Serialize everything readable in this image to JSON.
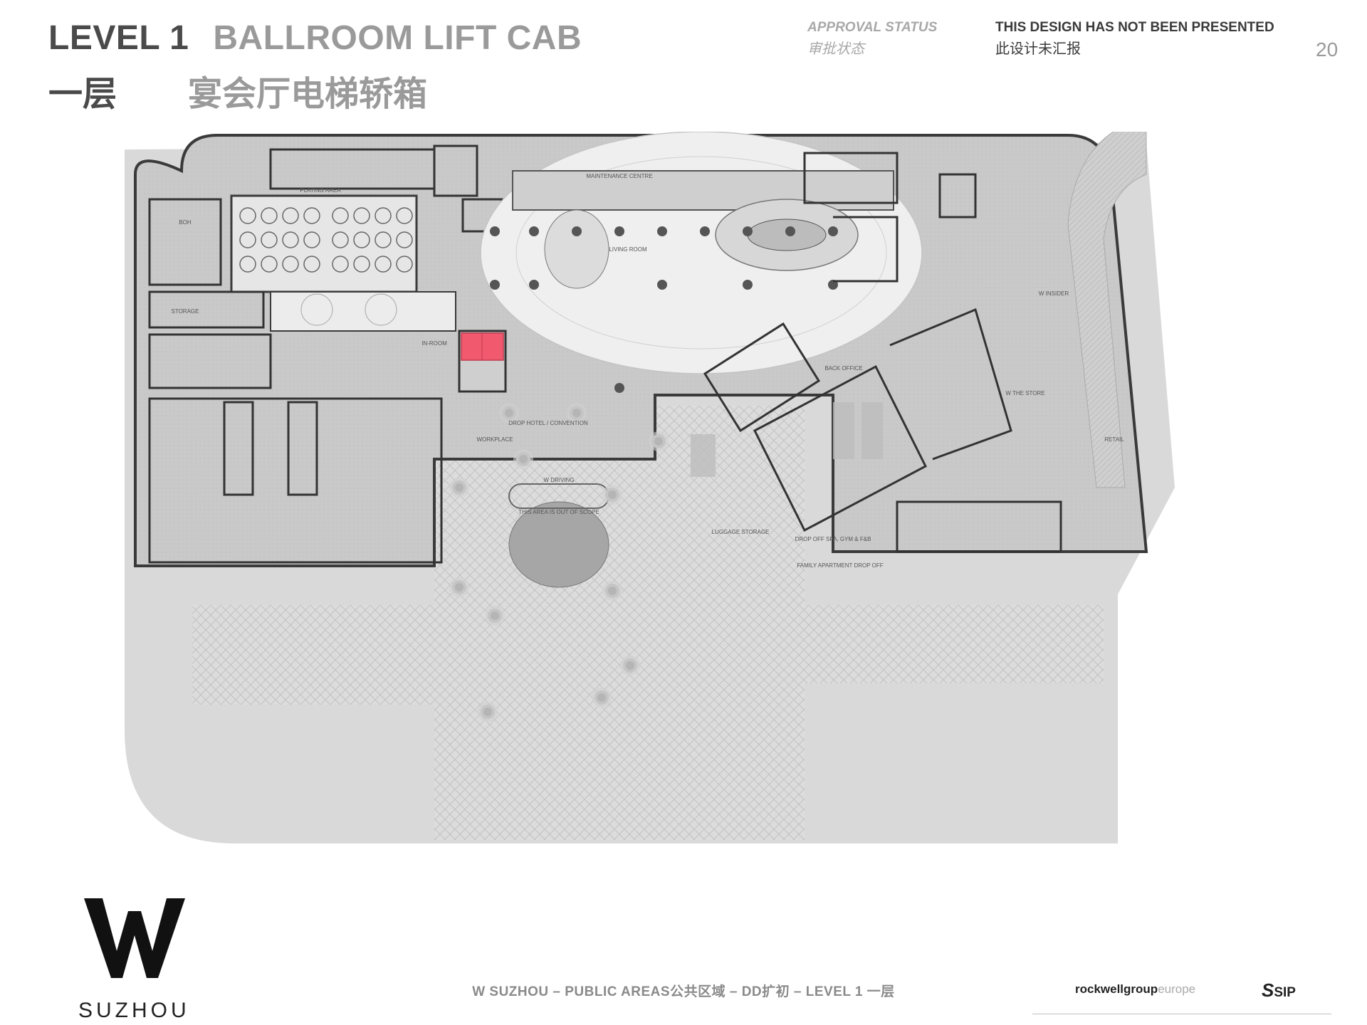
{
  "header": {
    "level_en": "LEVEL 1",
    "subject_en": "BALLROOM LIFT CAB",
    "level_cn": "一层",
    "subject_cn": "宴会厅电梯轿箱",
    "approval_label": "APPROVAL STATUS",
    "approval_label_cn": "审批状态",
    "design_status": "THIS DESIGN HAS NOT BEEN PRESENTED",
    "design_status_cn": "此设计未汇报",
    "page_number": "20"
  },
  "plan": {
    "highlight_color": "#f0596e",
    "out_of_scope_label": "THIS AREA IS OUT OF SCOPE",
    "room_labels": [
      "PLATING AREA",
      "BOH",
      "STORAGE",
      "LIVING ROOM",
      "MAINTENANCE CENTRE",
      "W INSIDER",
      "BACK OFFICE",
      "RETAIL",
      "W THE STORE",
      "LUGGAGE STORAGE",
      "DROP OFF SPA, GYM & F&B",
      "W DRIVING",
      "FAMILY APARTMENT DROP OFF",
      "IN-ROOM",
      "WORKPLACE",
      "DROP HOTEL / CONVENTION"
    ]
  },
  "footer": {
    "text": "W SUZHOU – PUBLIC AREAS公共区域 – DD扩初 – LEVEL 1 一层",
    "logo_letter": "W",
    "city": "SUZHOU",
    "partner_a": "rockwellgroup",
    "partner_a_suffix": "europe",
    "partner_b_mark": "S",
    "partner_b": "SIP"
  }
}
